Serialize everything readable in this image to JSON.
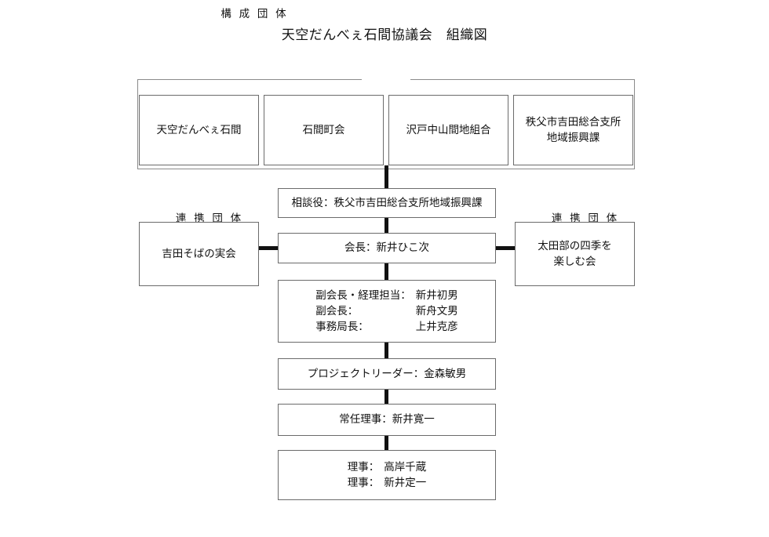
{
  "title": "天空だんべぇ石間協議会　組織図",
  "member_group": {
    "legend": "構 成 団 体",
    "boxes": [
      {
        "line1": "天空だんべぇ石間"
      },
      {
        "line1": "石間町会"
      },
      {
        "line1": "沢戸中山間地組合"
      },
      {
        "line1": "秩父市吉田総合支所",
        "line2": "地域振興課"
      }
    ]
  },
  "left_partner_group": {
    "label": "連 携 団 体",
    "box": {
      "line1": "吉田そばの実会"
    }
  },
  "right_partner_group": {
    "label": "連 携 団 体",
    "box": {
      "line1": "太田部の四季を",
      "line2": "楽しむ会"
    }
  },
  "hierarchy": {
    "advisor": {
      "text": "相談役：秩父市吉田総合支所地域振興課"
    },
    "president": {
      "text": "会長：新井ひこ次"
    },
    "officers": {
      "rows": [
        {
          "role": "副会長・経理担当：",
          "name": "新井初男"
        },
        {
          "role": "副会長：",
          "name": "新舟文男"
        },
        {
          "role": "事務局長：",
          "name": "上井克彦"
        }
      ]
    },
    "project_leader": {
      "text": "プロジェクトリーダー：金森敏男"
    },
    "managing_director": {
      "text": "常任理事：新井寛一"
    },
    "directors": {
      "rows": [
        {
          "role": "理事：",
          "name": "高岸千蔵"
        },
        {
          "role": "理事：",
          "name": "新井定一"
        }
      ]
    }
  },
  "colors": {
    "box_border": "#6b6b6b",
    "frame_border": "#8a8a8a",
    "connector": "#111111",
    "text": "#111111",
    "background": "#ffffff"
  }
}
